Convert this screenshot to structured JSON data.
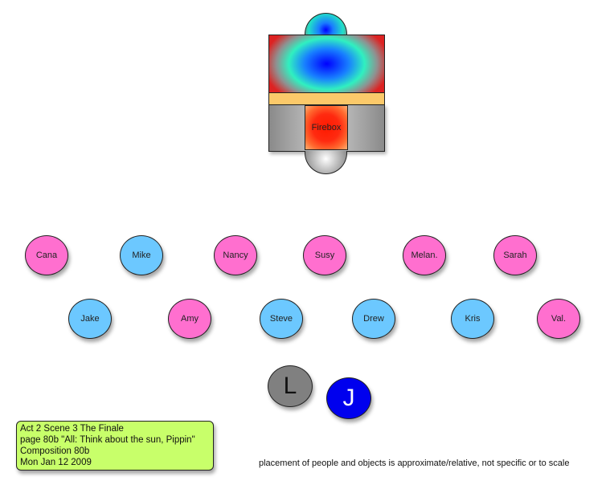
{
  "title": "Act 2 Scene 3 The Finale stage diagram",
  "set_piece": {
    "name": "stove",
    "firebox_label": "Firebox",
    "colors": {
      "burner": "#0000ff",
      "band": "#fbc96a",
      "firebox": "#ff2a10",
      "body": "#b0b0b0"
    }
  },
  "people": {
    "row1": [
      {
        "name": "Cana",
        "gender_color": "pink"
      },
      {
        "name": "Mike",
        "gender_color": "blue"
      },
      {
        "name": "Nancy",
        "gender_color": "pink"
      },
      {
        "name": "Susy",
        "gender_color": "pink"
      },
      {
        "name": "Melan.",
        "gender_color": "pink"
      },
      {
        "name": "Sarah",
        "gender_color": "pink"
      }
    ],
    "row2": [
      {
        "name": "Jake",
        "gender_color": "blue"
      },
      {
        "name": "Amy",
        "gender_color": "pink"
      },
      {
        "name": "Steve",
        "gender_color": "blue"
      },
      {
        "name": "Drew",
        "gender_color": "blue"
      },
      {
        "name": "Kris",
        "gender_color": "blue"
      },
      {
        "name": "Val.",
        "gender_color": "pink"
      }
    ]
  },
  "leads": [
    {
      "label": "L",
      "color": "#808080",
      "text_color": "#111111"
    },
    {
      "label": "J",
      "color": "#0000ee",
      "text_color": "#ffffff"
    }
  ],
  "colors": {
    "pink": "#ff6fcf",
    "blue": "#6cc8ff",
    "note": "#c8ff6a"
  },
  "note": {
    "lines": [
      "Act 2 Scene 3 The Finale",
      "page 80b \"All: Think about the sun, Pippin\"",
      "Composition 80b",
      "Mon Jan 12 2009"
    ]
  },
  "caption": "placement of people and objects is approximate/relative, not specific or to scale"
}
